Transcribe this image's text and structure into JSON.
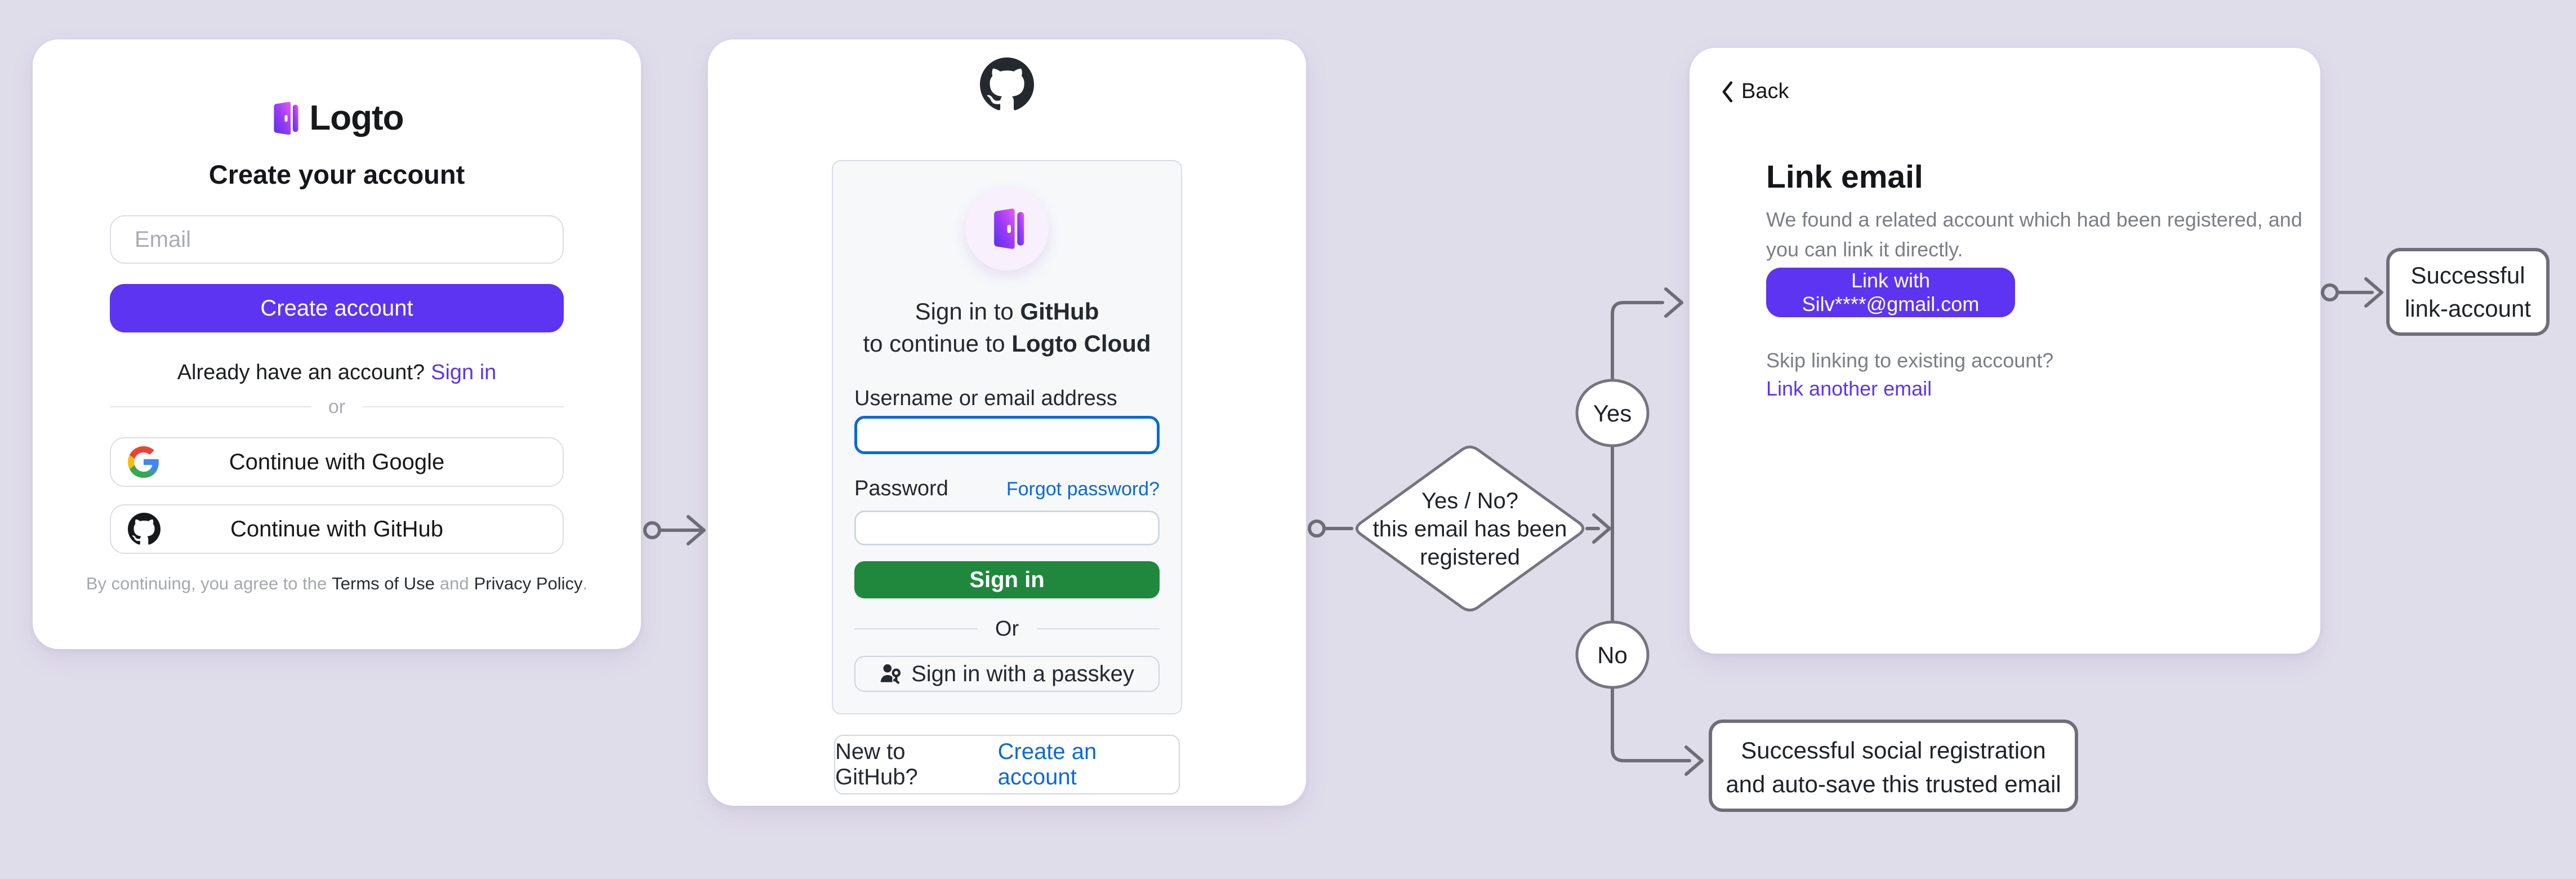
{
  "colors": {
    "background": "#E0DDEB",
    "brand-purple": "#5D34F2",
    "github-green": "#1F883D",
    "github-blue": "#0969DA",
    "flow-line": "#6E6E77",
    "text-dark": "#1F2328",
    "text-muted": "#7B7E84",
    "google-blue": "#4285F4",
    "google-red": "#EA4335",
    "google-yellow": "#FBBC05",
    "google-green": "#34A853"
  },
  "signup": {
    "brand": "Logto",
    "title": "Create your account",
    "email_placeholder": "Email",
    "create_button": "Create account",
    "signin_prompt": "Already have an account?",
    "signin_link": "Sign in",
    "divider": "or",
    "google_button": "Continue with Google",
    "github_button": "Continue with GitHub",
    "terms_prefix": "By continuing, you agree to the",
    "terms_link": "Terms of Use",
    "terms_conj": "and",
    "privacy_link": "Privacy Policy",
    "terms_period": "."
  },
  "github": {
    "signin_prefix": "Sign in to",
    "signin_org": "GitHub",
    "continue_prefix": "to continue to",
    "continue_app": "Logto Cloud",
    "username_label": "Username or email address",
    "username_value": "",
    "password_label": "Password",
    "password_value": "",
    "forgot_link": "Forgot password?",
    "signin_button": "Sign in",
    "divider": "Or",
    "passkey_button": "Sign in with a passkey",
    "new_prompt": "New to GitHub?",
    "create_link": "Create an account"
  },
  "link_email": {
    "back": "Back",
    "title": "Link email",
    "desc_line1": "We found a related account which had been registered, and",
    "desc_line2": "you can link it directly.",
    "button": "Link with Silv****@gmail.com",
    "skip_text": "Skip linking to existing account?",
    "link_another": "Link another email"
  },
  "flow": {
    "decision": [
      "Yes / No?",
      "this email has been",
      "registered"
    ],
    "yes": "Yes",
    "no": "No",
    "outcome_link": [
      "Successful",
      "link-account"
    ],
    "outcome_social": [
      "Successful social registration",
      "and auto-save this trusted email"
    ]
  }
}
